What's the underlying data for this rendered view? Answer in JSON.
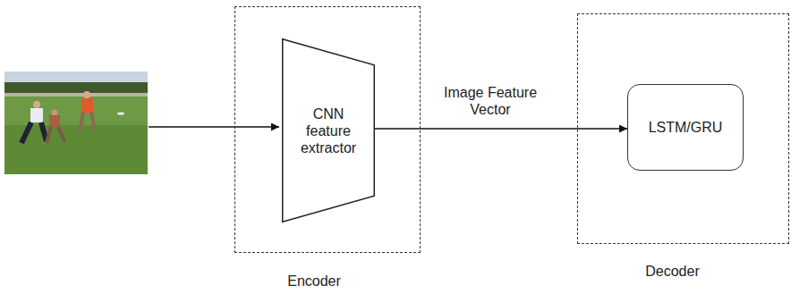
{
  "diagram": {
    "nodes": [
      {
        "text": [
          "Encoder"
        ]
      },
      {
        "text": [
          "CNN feature extractor"
        ],
        "in": 0
      },
      {
        "text": [
          "Decoder"
        ]
      },
      {
        "text": [
          "LSTM/GRU"
        ],
        "in": 2
      }
    ],
    "edges": [
      {
        "from": 1,
        "to": 3,
        "arrow": "to",
        "label": "Image Feature Vector"
      }
    ]
  }
}
